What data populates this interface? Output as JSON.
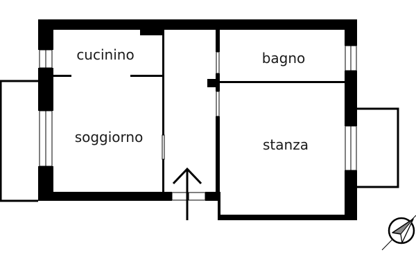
{
  "rooms": {
    "kitchenette": "cucinino",
    "living_room": "soggiorno",
    "bathroom": "bagno",
    "bedroom": "stanza"
  },
  "colors": {
    "wall": "#000000",
    "background": "#ffffff",
    "text": "#1a1a1a",
    "compass_fill": "#888888"
  },
  "icons": {
    "entrance": "entrance-arrow-icon",
    "compass": "north-compass-icon"
  }
}
